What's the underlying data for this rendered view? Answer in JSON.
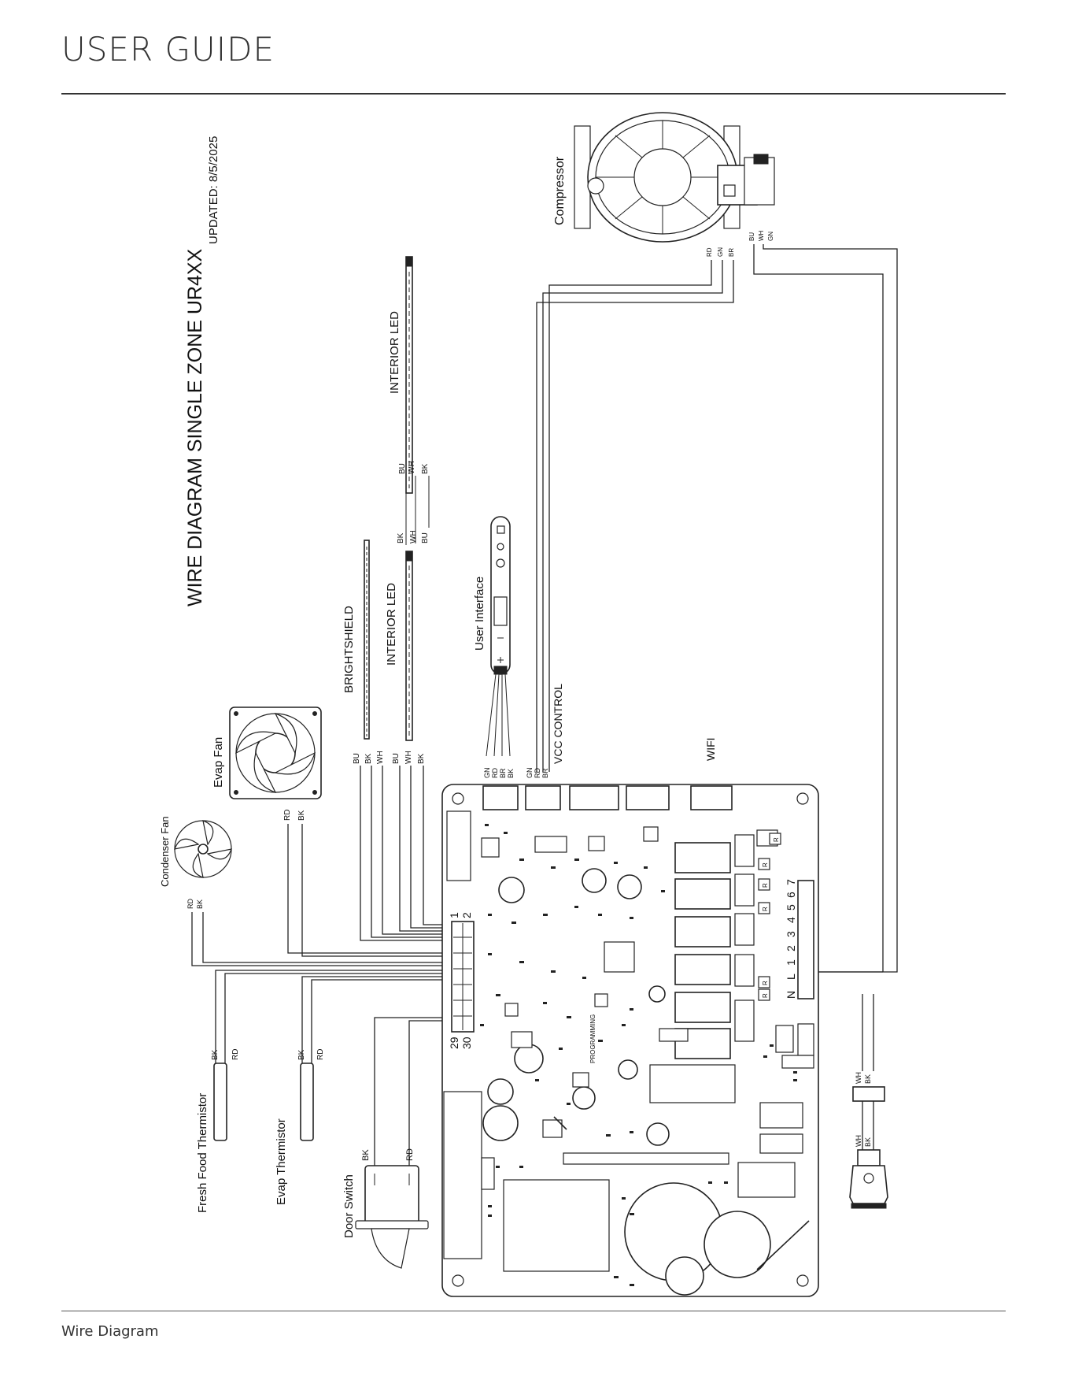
{
  "header": {
    "title": "USER GUIDE"
  },
  "footer": {
    "label": "Wire Diagram"
  },
  "diagram": {
    "title": "WIRE DIAGRAM SINGLE ZONE UR4XX",
    "updated": "UPDATED: 8/5/2025",
    "components": {
      "compressor": "Compressor",
      "interior_led_top": "INTERIOR LED",
      "interior_led_bottom": "INTERIOR LED",
      "brightshield": "BRIGHTSHIELD",
      "user_interface": "User Interface",
      "vcc_control": "VCC CONTROL",
      "wifi": "WIFI",
      "evap_fan": "Evap Fan",
      "condenser_fan": "Condenser Fan",
      "fresh_food_thermistor": "Fresh Food Thermistor",
      "evap_thermistor": "Evap Thermistor",
      "door_switch": "Door Switch",
      "programming": "PROGRAMMING"
    },
    "wire_labels": {
      "compressor_a": [
        "RD",
        "GN",
        "BR"
      ],
      "compressor_b": [
        "BU",
        "WH",
        "GN"
      ],
      "led_top": [
        "BU",
        "WH",
        "BK"
      ],
      "led_mid": [
        "BK",
        "WH",
        "BU"
      ],
      "ui": [
        "GN",
        "RD",
        "BR",
        "BK"
      ],
      "vcc": [
        "GN",
        "RD",
        "BR"
      ],
      "bright": [
        "BU",
        "BK",
        "WH"
      ],
      "led_low": [
        "BU",
        "WH",
        "BK"
      ],
      "evap_fan": [
        "RD",
        "BK"
      ],
      "cond_fan": [
        "RD",
        "BK"
      ],
      "fresh_therm": [
        "BK",
        "RD"
      ],
      "evap_therm": [
        "BK",
        "RD"
      ],
      "door": [
        "BK",
        "RD"
      ],
      "power_cord": [
        "WH",
        "BK"
      ],
      "plug": [
        "WH",
        "BK"
      ]
    },
    "pins": {
      "p1": "1",
      "p2": "2",
      "p29": "29",
      "p30": "30"
    },
    "terminal": [
      "N",
      "L",
      "1",
      "2",
      "3",
      "4",
      "5",
      "6",
      "7"
    ],
    "relay_mark": "R"
  }
}
